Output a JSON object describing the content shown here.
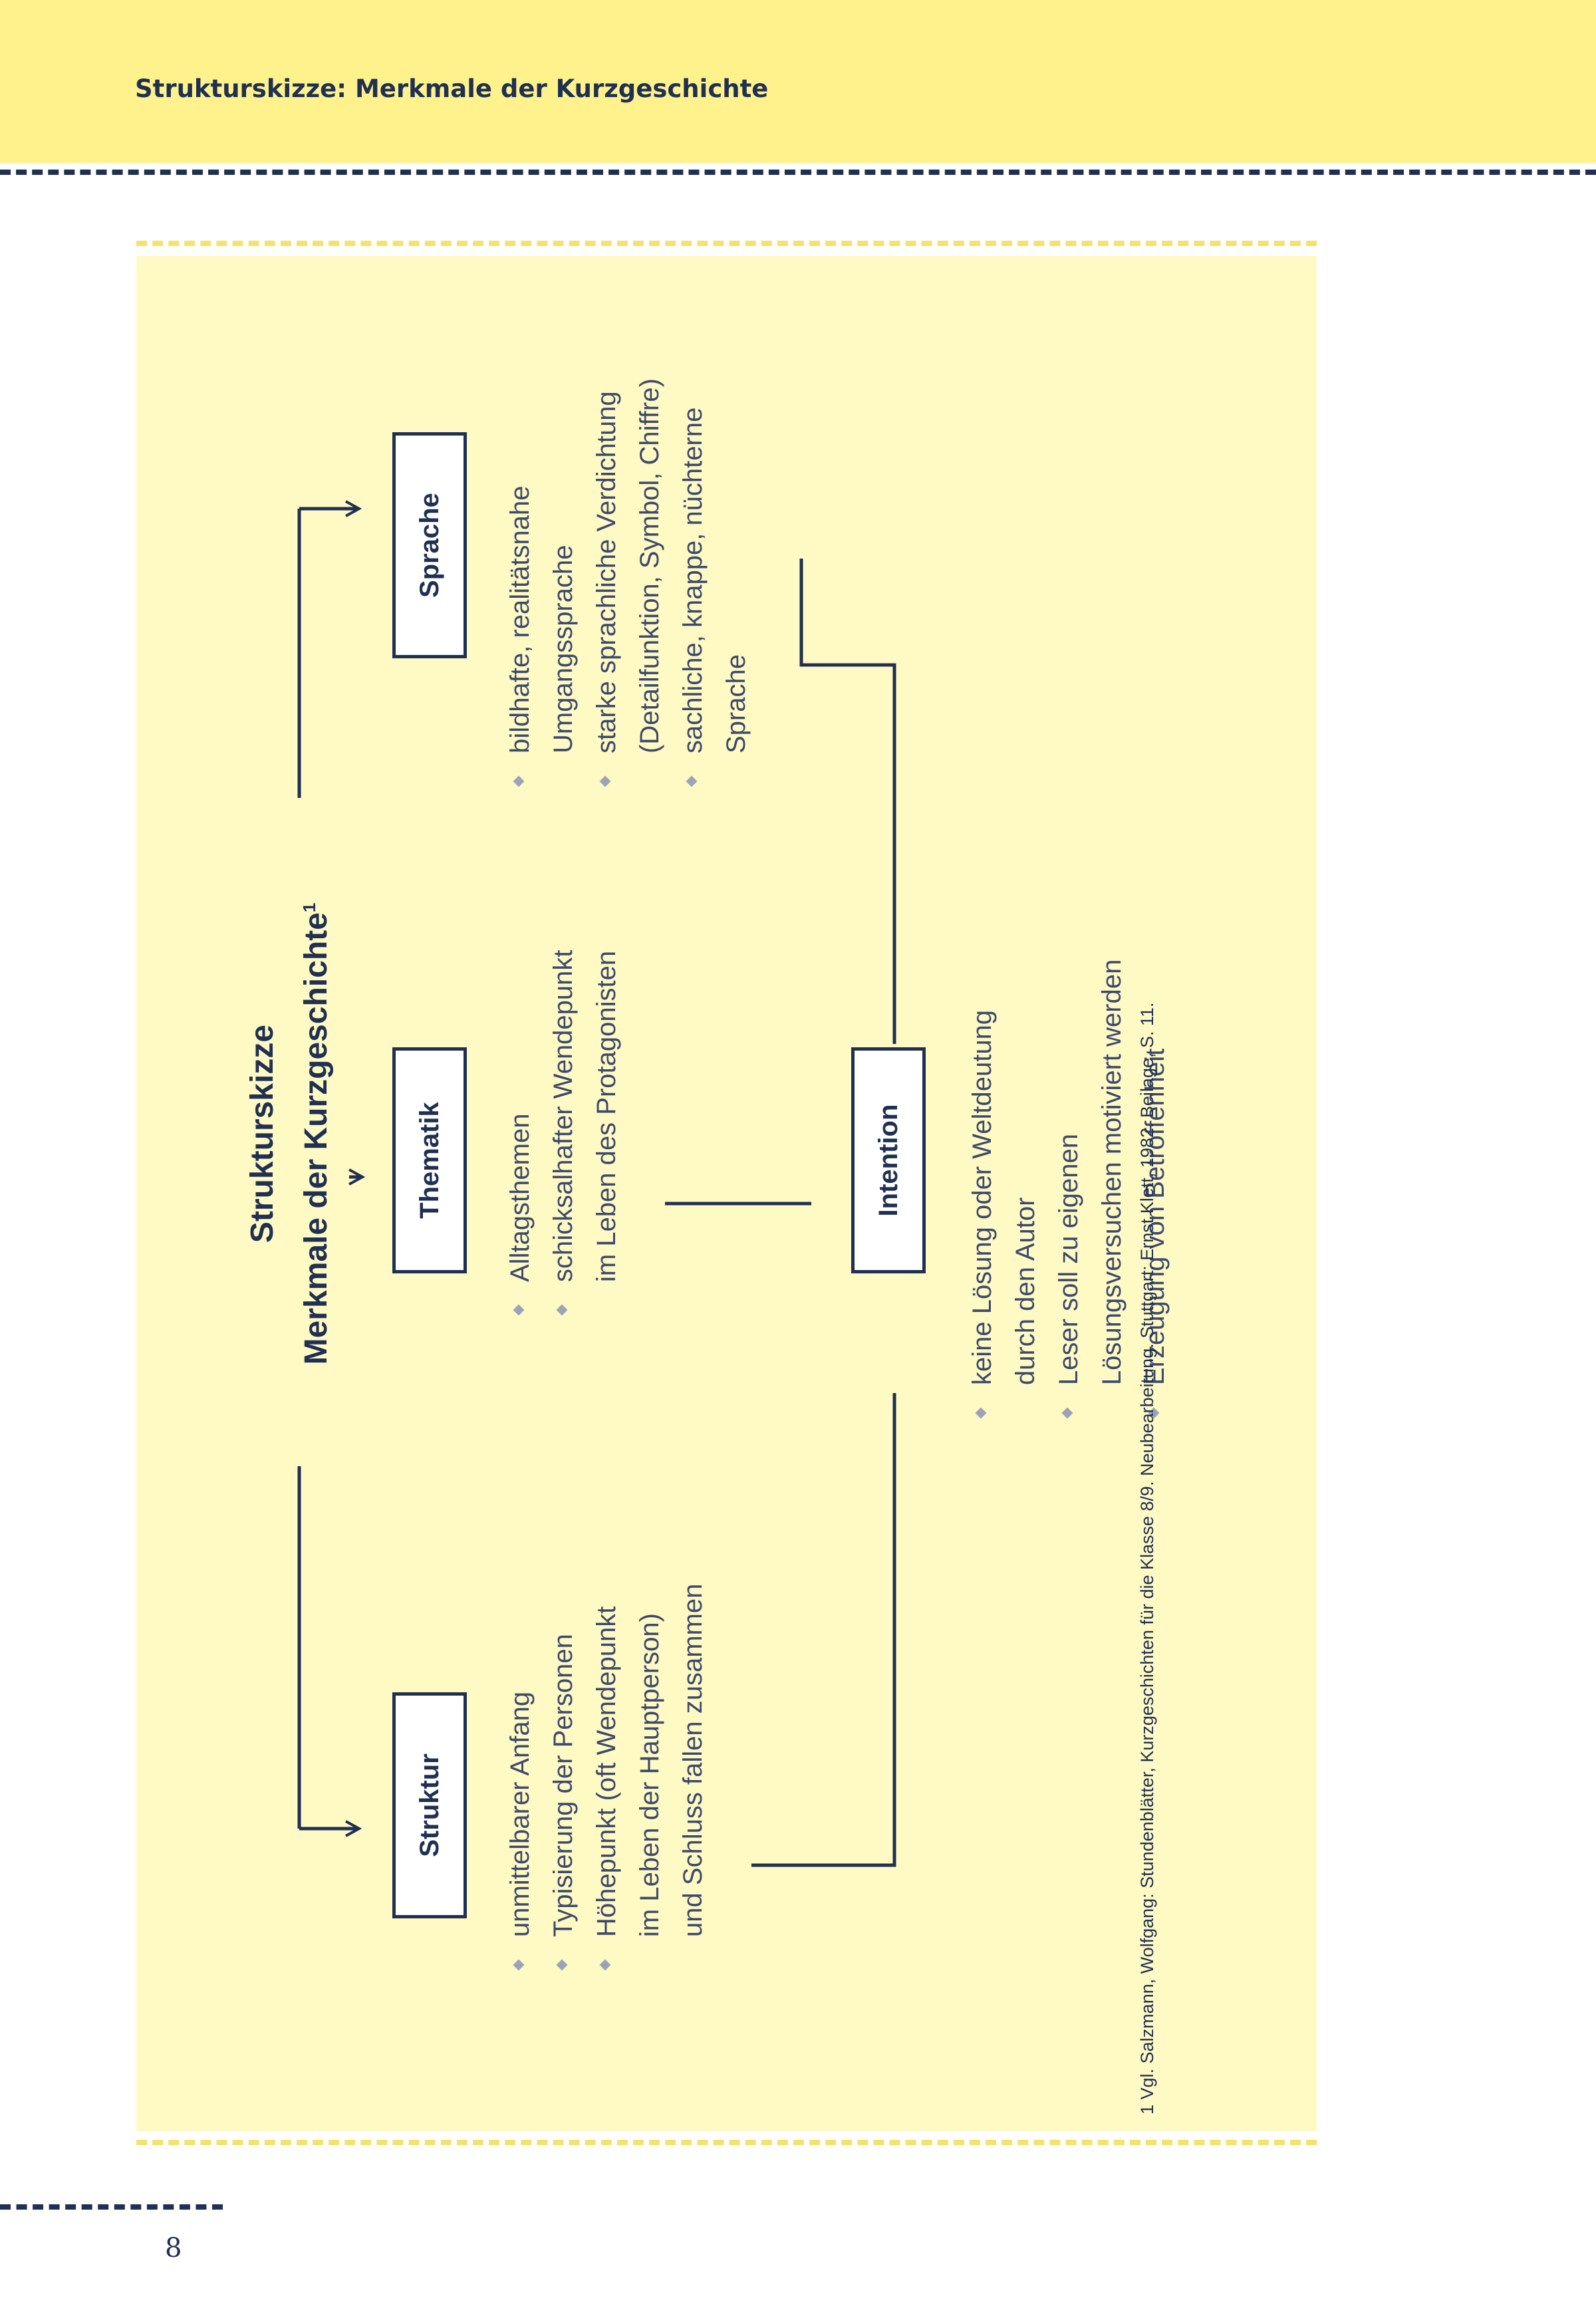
{
  "header": {
    "title": "Strukturskizze: Merkmale der Kurzgeschichte"
  },
  "diagram": {
    "title_line1": "Strukturskizze",
    "title_line2": "Merkmale der Kurzgeschichte",
    "title_sup": "1",
    "boxes": {
      "struktur": "Struktur",
      "thematik": "Thematik",
      "sprache": "Sprache",
      "intention": "Intention"
    },
    "struktur_items": [
      "unmittelbarer Anfang",
      "Typisierung der Personen",
      "Höhepunkt (oft Wendepunkt",
      "im Leben der Hauptperson)",
      "und Schluss fallen zusammen"
    ],
    "thematik_items": [
      "Alltagsthemen",
      "schicksalhafter Wendepunkt",
      "im Leben des Protagonisten"
    ],
    "sprache_items": [
      "bildhafte, realitätsnahe",
      "Umgangssprache",
      "starke sprachliche Verdichtung",
      "(Detailfunktion, Symbol, Chiffre)",
      "sachliche, knappe, nüchterne",
      "Sprache"
    ],
    "intention_items": [
      "keine Lösung oder Weltdeutung",
      "durch den Autor",
      "Leser soll zu eigenen",
      "Lösungsversuchen motiviert werden",
      "Erzeugung von Betroffenheit"
    ]
  },
  "footnote": "1 Vgl. Salzmann, Wolfgang: Stundenblätter, Kurzgeschichten für die Klasse 8/9. Neubearbeitung. Stuttgart: Ernst Klett, 1982. Beilage, S. 11.",
  "page": {
    "number": "8"
  }
}
